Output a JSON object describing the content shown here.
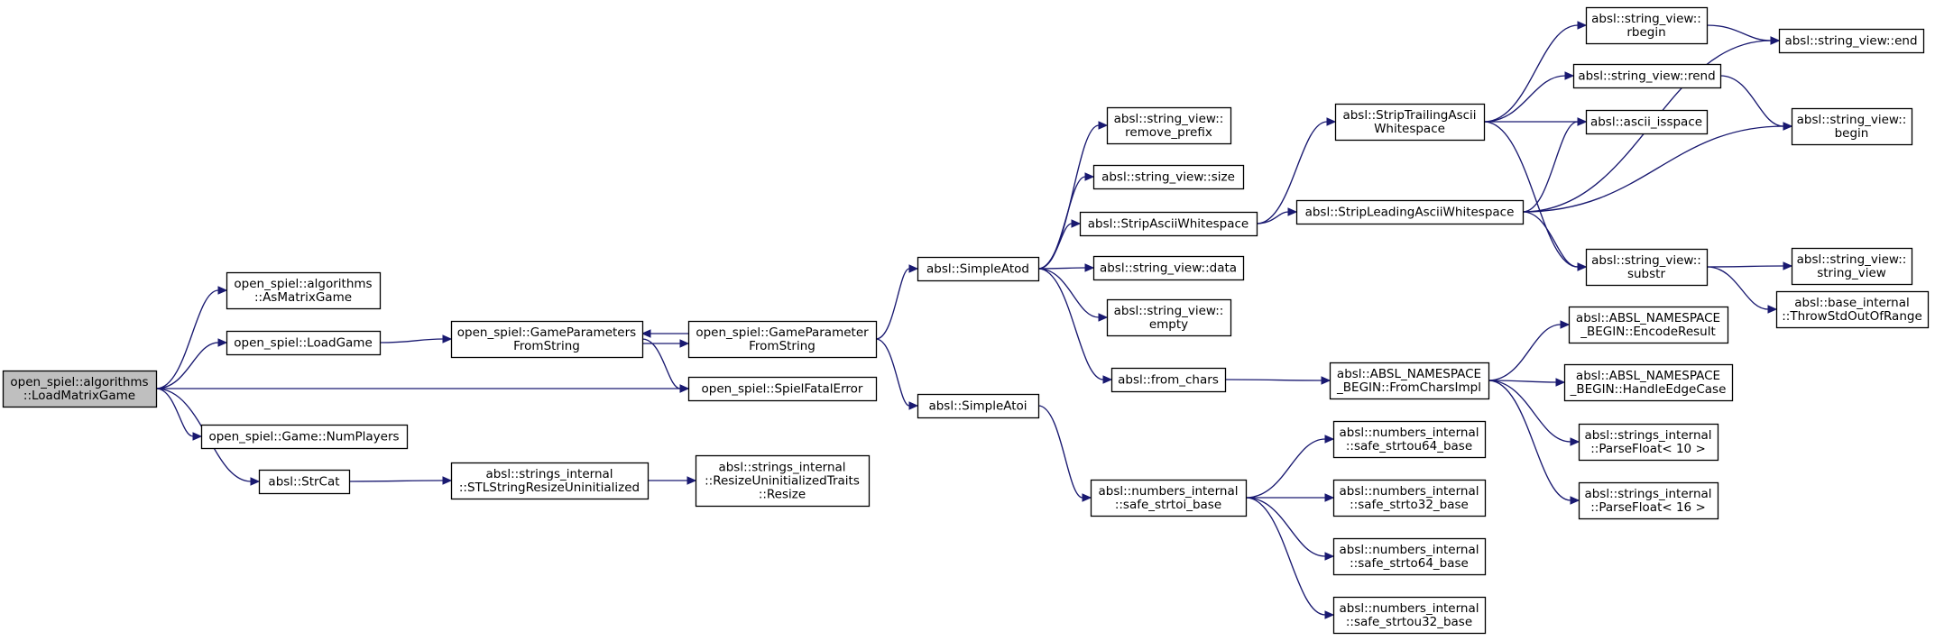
{
  "graph": {
    "edge_color": "#191970",
    "root_fill": "#bfbfbf",
    "nodes": [
      {
        "id": "loadmatrix",
        "lines": [
          "open_spiel::algorithms",
          "::LoadMatrixGame"
        ],
        "root": true
      },
      {
        "id": "asmatrix",
        "lines": [
          "open_spiel::algorithms",
          "::AsMatrixGame"
        ]
      },
      {
        "id": "loadgame",
        "lines": [
          "open_spiel::LoadGame"
        ]
      },
      {
        "id": "numplayers",
        "lines": [
          "open_spiel::Game::NumPlayers"
        ]
      },
      {
        "id": "strcat",
        "lines": [
          "absl::StrCat"
        ]
      },
      {
        "id": "gpfs1",
        "lines": [
          "open_spiel::GameParameters",
          "FromString"
        ]
      },
      {
        "id": "stlresize",
        "lines": [
          "absl::strings_internal",
          "::STLStringResizeUninitialized"
        ]
      },
      {
        "id": "gpfs2",
        "lines": [
          "open_spiel::GameParameter",
          "FromString"
        ]
      },
      {
        "id": "fatal",
        "lines": [
          "open_spiel::SpielFatalError"
        ]
      },
      {
        "id": "resizetraits",
        "lines": [
          "absl::strings_internal",
          "::ResizeUninitializedTraits",
          "::Resize"
        ]
      },
      {
        "id": "atod",
        "lines": [
          "absl::SimpleAtod"
        ]
      },
      {
        "id": "atoi",
        "lines": [
          "absl::SimpleAtoi"
        ]
      },
      {
        "id": "removeprefix",
        "lines": [
          "absl::string_view::",
          "remove_prefix"
        ]
      },
      {
        "id": "size",
        "lines": [
          "absl::string_view::size"
        ]
      },
      {
        "id": "stripascii",
        "lines": [
          "absl::StripAsciiWhitespace"
        ]
      },
      {
        "id": "data",
        "lines": [
          "absl::string_view::data"
        ]
      },
      {
        "id": "empty",
        "lines": [
          "absl::string_view::",
          "empty"
        ]
      },
      {
        "id": "fromchars",
        "lines": [
          "absl::from_chars"
        ]
      },
      {
        "id": "strtoibase",
        "lines": [
          "absl::numbers_internal",
          "::safe_strtoi_base"
        ]
      },
      {
        "id": "striptrailing",
        "lines": [
          "absl::StripTrailingAscii",
          "Whitespace"
        ]
      },
      {
        "id": "stripleading",
        "lines": [
          "absl::StripLeadingAsciiWhitespace"
        ]
      },
      {
        "id": "fromcharsimpl",
        "lines": [
          "absl::ABSL_NAMESPACE",
          "_BEGIN::FromCharsImpl"
        ]
      },
      {
        "id": "strtou64",
        "lines": [
          "absl::numbers_internal",
          "::safe_strtou64_base"
        ]
      },
      {
        "id": "strto32",
        "lines": [
          "absl::numbers_internal",
          "::safe_strto32_base"
        ]
      },
      {
        "id": "strto64",
        "lines": [
          "absl::numbers_internal",
          "::safe_strto64_base"
        ]
      },
      {
        "id": "strtou32",
        "lines": [
          "absl::numbers_internal",
          "::safe_strtou32_base"
        ]
      },
      {
        "id": "rbegin",
        "lines": [
          "absl::string_view::",
          "rbegin"
        ]
      },
      {
        "id": "rend",
        "lines": [
          "absl::string_view::rend"
        ]
      },
      {
        "id": "isspace",
        "lines": [
          "absl::ascii_isspace"
        ]
      },
      {
        "id": "substr",
        "lines": [
          "absl::string_view::",
          "substr"
        ]
      },
      {
        "id": "encoderesult",
        "lines": [
          "absl::ABSL_NAMESPACE",
          "_BEGIN::EncodeResult"
        ]
      },
      {
        "id": "handleedge",
        "lines": [
          "absl::ABSL_NAMESPACE",
          "_BEGIN::HandleEdgeCase"
        ]
      },
      {
        "id": "parsefloat10",
        "lines": [
          "absl::strings_internal",
          "::ParseFloat< 10 >"
        ]
      },
      {
        "id": "parsefloat16",
        "lines": [
          "absl::strings_internal",
          "::ParseFloat< 16 >"
        ]
      },
      {
        "id": "end",
        "lines": [
          "absl::string_view::end"
        ]
      },
      {
        "id": "begin",
        "lines": [
          "absl::string_view::",
          "begin"
        ]
      },
      {
        "id": "stringview",
        "lines": [
          "absl::string_view::",
          "string_view"
        ]
      },
      {
        "id": "throwoor",
        "lines": [
          "absl::base_internal",
          "::ThrowStdOutOfRange"
        ]
      }
    ],
    "edges": [
      {
        "from": "loadmatrix",
        "to": "asmatrix"
      },
      {
        "from": "loadmatrix",
        "to": "loadgame"
      },
      {
        "from": "loadmatrix",
        "to": "fatal"
      },
      {
        "from": "loadmatrix",
        "to": "numplayers"
      },
      {
        "from": "loadmatrix",
        "to": "strcat"
      },
      {
        "from": "loadgame",
        "to": "gpfs1"
      },
      {
        "from": "gpfs1",
        "to": "gpfs2"
      },
      {
        "from": "gpfs1",
        "to": "fatal"
      },
      {
        "from": "gpfs2",
        "to": "gpfs1"
      },
      {
        "from": "gpfs2",
        "to": "atod"
      },
      {
        "from": "gpfs2",
        "to": "atoi"
      },
      {
        "from": "strcat",
        "to": "stlresize"
      },
      {
        "from": "stlresize",
        "to": "resizetraits"
      },
      {
        "from": "atod",
        "to": "removeprefix"
      },
      {
        "from": "atod",
        "to": "size"
      },
      {
        "from": "atod",
        "to": "stripascii"
      },
      {
        "from": "atod",
        "to": "data"
      },
      {
        "from": "atod",
        "to": "empty"
      },
      {
        "from": "atod",
        "to": "fromchars"
      },
      {
        "from": "atoi",
        "to": "strtoibase"
      },
      {
        "from": "stripascii",
        "to": "striptrailing"
      },
      {
        "from": "stripascii",
        "to": "stripleading"
      },
      {
        "from": "fromchars",
        "to": "fromcharsimpl"
      },
      {
        "from": "strtoibase",
        "to": "strtou64"
      },
      {
        "from": "strtoibase",
        "to": "strto32"
      },
      {
        "from": "strtoibase",
        "to": "strto64"
      },
      {
        "from": "strtoibase",
        "to": "strtou32"
      },
      {
        "from": "striptrailing",
        "to": "rbegin"
      },
      {
        "from": "striptrailing",
        "to": "rend"
      },
      {
        "from": "striptrailing",
        "to": "isspace"
      },
      {
        "from": "striptrailing",
        "to": "substr"
      },
      {
        "from": "stripleading",
        "to": "isspace"
      },
      {
        "from": "stripleading",
        "to": "end"
      },
      {
        "from": "stripleading",
        "to": "begin"
      },
      {
        "from": "stripleading",
        "to": "substr"
      },
      {
        "from": "fromcharsimpl",
        "to": "encoderesult"
      },
      {
        "from": "fromcharsimpl",
        "to": "handleedge"
      },
      {
        "from": "fromcharsimpl",
        "to": "parsefloat10"
      },
      {
        "from": "fromcharsimpl",
        "to": "parsefloat16"
      },
      {
        "from": "rbegin",
        "to": "end"
      },
      {
        "from": "rend",
        "to": "begin"
      },
      {
        "from": "substr",
        "to": "stringview"
      },
      {
        "from": "substr",
        "to": "throwoor"
      }
    ]
  }
}
